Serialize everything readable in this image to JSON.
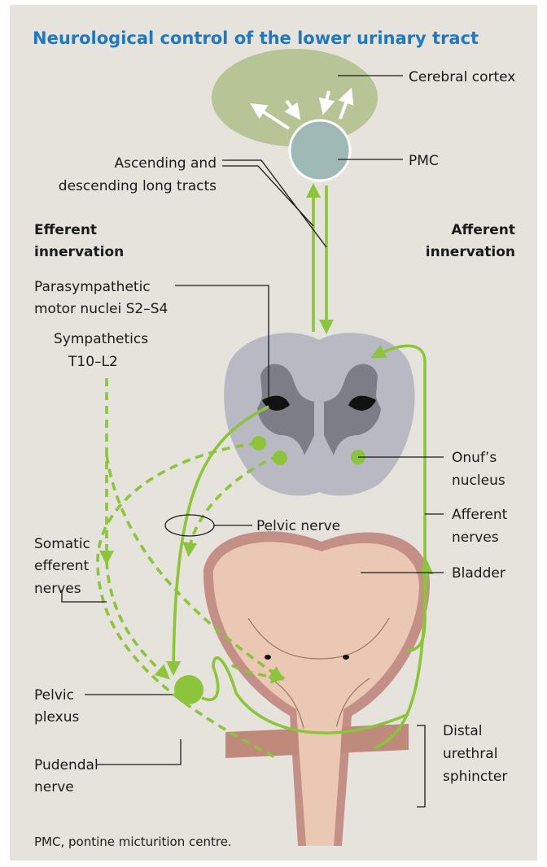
{
  "title": "Neurological control of the lower urinary tract",
  "labels": {
    "cortex": "Cerebral cortex",
    "pmc": "PMC",
    "tracts_1": "Ascending and",
    "tracts_2": "descending long tracts",
    "efferent_1": "Efferent",
    "efferent_2": "innervation",
    "afferent_1": "Afferent",
    "afferent_2": "innervation",
    "parasym_1": "Parasympathetic",
    "parasym_2": "motor nuclei S2–S4",
    "sympathetics_1": "Sympathetics",
    "sympathetics_2": "T10–L2",
    "onuf_1": "Onuf’s",
    "onuf_2": "nucleus",
    "pelvic_nerve": "Pelvic nerve",
    "afferent_nerves_1": "Afferent",
    "afferent_nerves_2": "nerves",
    "somatic_1": "Somatic",
    "somatic_2": "efferent",
    "somatic_3": "nerves",
    "bladder": "Bladder",
    "plexus_1": "Pelvic",
    "plexus_2": "plexus",
    "pudendal_1": "Pudendal",
    "pudendal_2": "nerve",
    "sphincter_1": "Distal",
    "sphincter_2": "urethral",
    "sphincter_3": "sphincter"
  },
  "footnote": "PMC, pontine micturition centre.",
  "colors": {
    "background": "#e6e3dc",
    "nerve_green": "#8cc43c",
    "cortex": "#b7c596",
    "pmc": "#9fb9b6",
    "spinal_outer": "#b9b9c3",
    "spinal_grey": "#7d7d88",
    "bladder": "#eac8b4",
    "bladder_wall": "#c38f87",
    "sphincter": "#bf8a7b",
    "title": "#1f78c1"
  }
}
